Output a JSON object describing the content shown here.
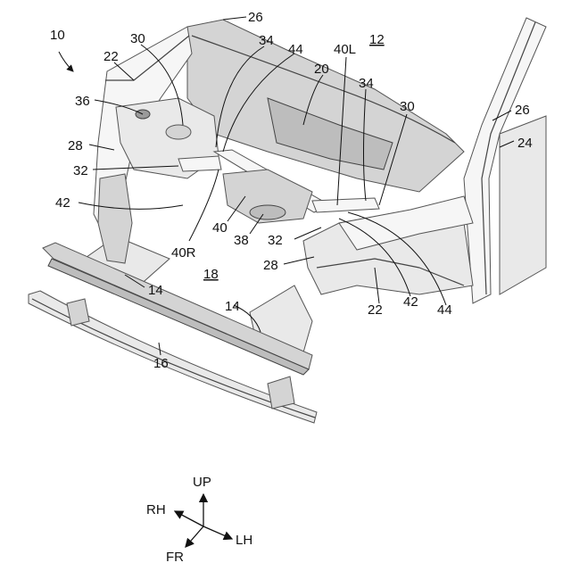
{
  "figure": {
    "assembly_ref": "10",
    "labels": {
      "ref_12": "12",
      "ref_14_left": "14",
      "ref_14_right": "14",
      "ref_16": "16",
      "ref_18": "18",
      "ref_20": "20",
      "ref_22_upper": "22",
      "ref_22_lower": "22",
      "ref_24": "24",
      "ref_26_top": "26",
      "ref_26_right": "26",
      "ref_28_left": "28",
      "ref_28_right": "28",
      "ref_30_left": "30",
      "ref_30_right": "30",
      "ref_32_left": "32",
      "ref_32_right": "32",
      "ref_34_left": "34",
      "ref_34_right": "34",
      "ref_36": "36",
      "ref_38": "38",
      "ref_40": "40",
      "ref_40L": "40L",
      "ref_40R": "40R",
      "ref_42_left": "42",
      "ref_42_right": "42",
      "ref_44_upper": "44",
      "ref_44_lower": "44"
    },
    "underlined_refs": [
      "ref_12",
      "ref_18"
    ]
  },
  "direction_indicator": {
    "up": "UP",
    "rh": "RH",
    "lh": "LH",
    "fr": "FR"
  },
  "colors": {
    "line": "#111111",
    "panel_light": "#e9e9e9",
    "panel_mid": "#d4d4d4",
    "panel_dark": "#bdbdbd"
  }
}
